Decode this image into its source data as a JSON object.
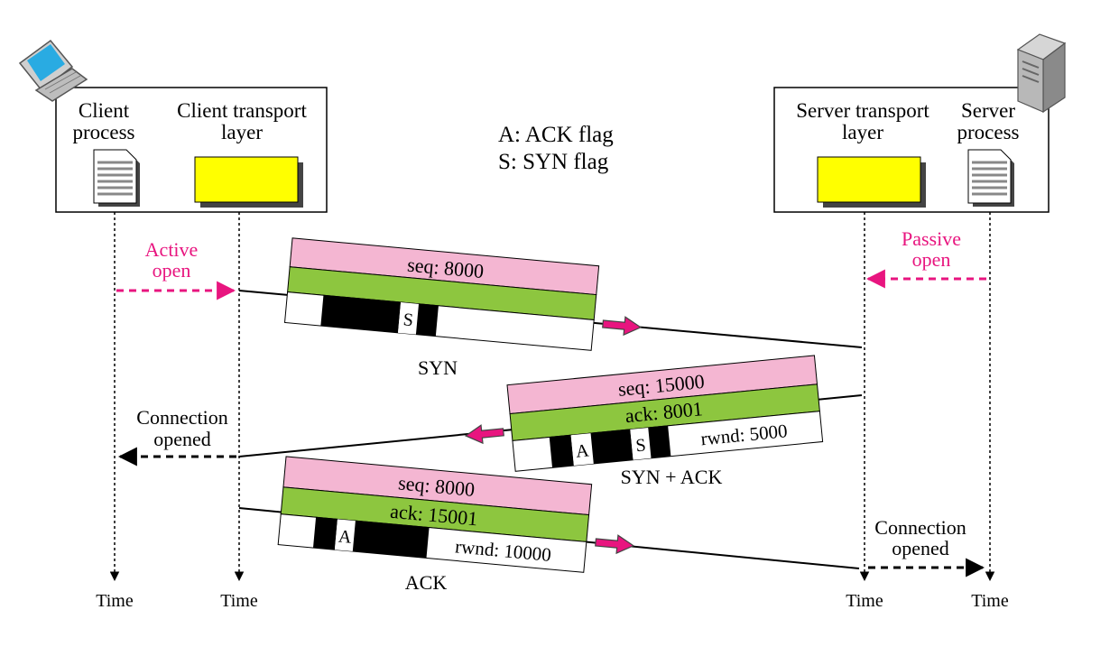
{
  "legend": {
    "ack": "A: ACK flag",
    "syn": "S: SYN flag"
  },
  "client": {
    "process_line1": "Client",
    "process_line2": "process",
    "transport_line1": "Client transport",
    "transport_line2": "layer"
  },
  "server": {
    "transport_line1": "Server transport",
    "transport_line2": "layer",
    "process_line1": "Server",
    "process_line2": "process"
  },
  "events": {
    "active_open_1": "Active",
    "active_open_2": "open",
    "passive_open_1": "Passive",
    "passive_open_2": "open",
    "client_opened_1": "Connection",
    "client_opened_2": "opened",
    "server_opened_1": "Connection",
    "server_opened_2": "opened"
  },
  "segments": {
    "syn": {
      "seq": "seq: 8000",
      "flag_s": "S",
      "name": "SYN"
    },
    "synack": {
      "seq": "seq: 15000",
      "ack": "ack: 8001",
      "flag_a": "A",
      "flag_s": "S",
      "rwnd": "rwnd: 5000",
      "name": "SYN + ACK"
    },
    "ack": {
      "seq": "seq: 8000",
      "ack": "ack: 15001",
      "flag_a": "A",
      "rwnd": "rwnd: 10000",
      "name": "ACK"
    }
  },
  "time_label": "Time",
  "colors": {
    "pink_band": "#f4b6d2",
    "green_band": "#8dc63f",
    "yellow_box": "#ffff00",
    "magenta": "#e8157f"
  }
}
